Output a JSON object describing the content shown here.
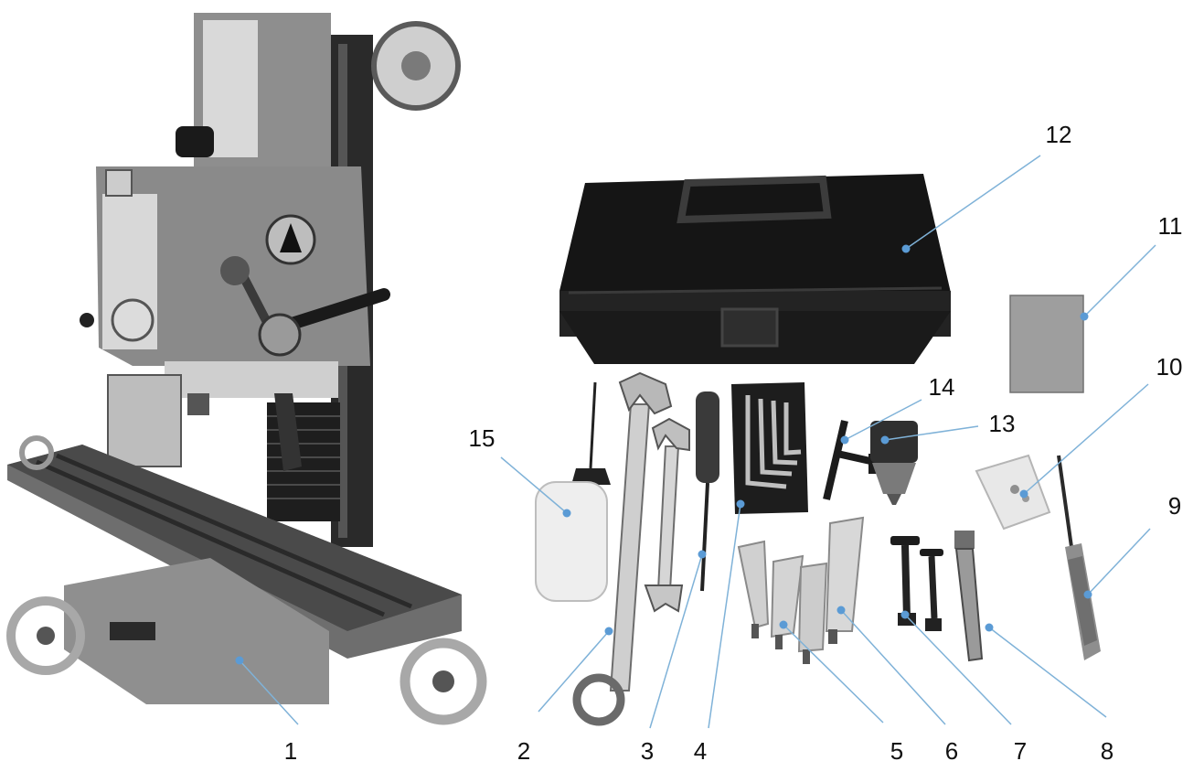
{
  "colors": {
    "background": "#ffffff",
    "leader_line": "#7fb2d8",
    "leader_dot": "#5b9bd5",
    "label_text": "#111111",
    "part_dark": "#1c1c1c",
    "part_metal": "#8c8c8c",
    "part_light": "#d2d2d2",
    "placeholder_fill": "#9e9e9e",
    "placeholder_stroke": "#707070"
  },
  "callouts": [
    {
      "label": "1",
      "part": "milling-machine"
    },
    {
      "label": "2",
      "part": "combination-wrench-large"
    },
    {
      "label": "3",
      "part": "screwdriver-thin"
    },
    {
      "label": "4",
      "part": "hex-key-set"
    },
    {
      "label": "5",
      "part": "handle-grips"
    },
    {
      "label": "6",
      "part": "handle-grip-tall"
    },
    {
      "label": "7",
      "part": "t-bolts"
    },
    {
      "label": "8",
      "part": "drawbar"
    },
    {
      "label": "9",
      "part": "screwdriver-handle"
    },
    {
      "label": "10",
      "part": "small-parts-bag"
    },
    {
      "label": "11",
      "part": "manual-placeholder"
    },
    {
      "label": "12",
      "part": "toolbox"
    },
    {
      "label": "13",
      "part": "drill-chuck"
    },
    {
      "label": "14",
      "part": "chuck-key"
    },
    {
      "label": "15",
      "part": "oil-bottle"
    }
  ]
}
